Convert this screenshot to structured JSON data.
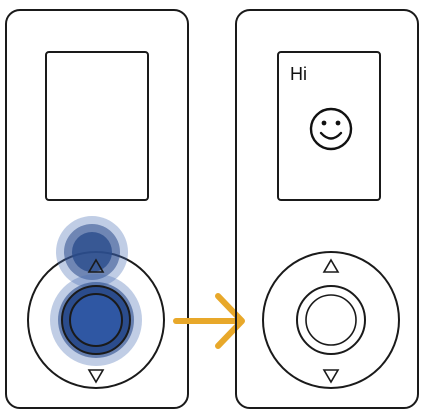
{
  "panels": [
    {
      "id": "before",
      "screen_text": "",
      "touch_indicator": "press-highlight",
      "buttons": [
        "up-arrow",
        "center-button",
        "down-arrow"
      ]
    },
    {
      "id": "after",
      "screen_text": "Hi",
      "screen_icon": "smiley-face-icon",
      "buttons": [
        "up-arrow",
        "center-button",
        "down-arrow"
      ]
    }
  ],
  "transition_icon": "arrow-right-icon",
  "colors": {
    "outline": "#1a1a1a",
    "touch_dark": "#2b4c8c",
    "touch_light": "#4a6fb5",
    "arrow": "#e8a82a",
    "background": "#ffffff"
  }
}
